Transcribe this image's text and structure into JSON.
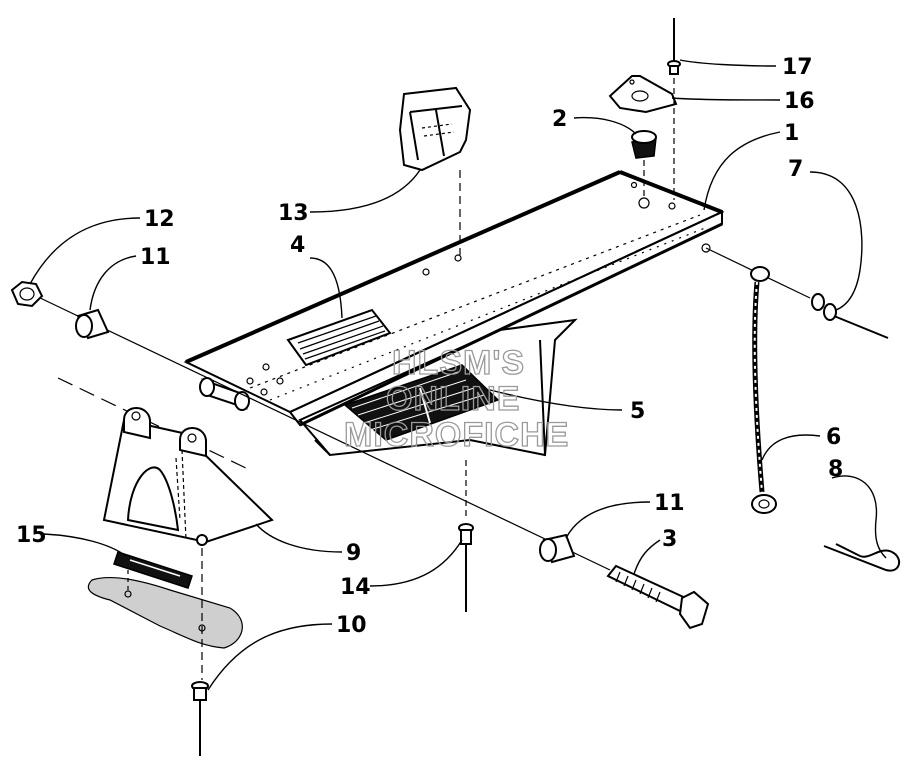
{
  "watermark": {
    "line1": "HLSM'S",
    "line2": "ONLINE",
    "line3": "MICROFICHE"
  },
  "callouts": [
    {
      "id": "c1",
      "label": "1"
    },
    {
      "id": "c2",
      "label": "2"
    },
    {
      "id": "c3",
      "label": "3"
    },
    {
      "id": "c4",
      "label": "4"
    },
    {
      "id": "c5",
      "label": "5"
    },
    {
      "id": "c6",
      "label": "6"
    },
    {
      "id": "c7",
      "label": "7"
    },
    {
      "id": "c8",
      "label": "8"
    },
    {
      "id": "c9",
      "label": "9"
    },
    {
      "id": "c10",
      "label": "10"
    },
    {
      "id": "c11a",
      "label": "11"
    },
    {
      "id": "c11b",
      "label": "11"
    },
    {
      "id": "c12",
      "label": "12"
    },
    {
      "id": "c13",
      "label": "13"
    },
    {
      "id": "c14",
      "label": "14"
    },
    {
      "id": "c15",
      "label": "15"
    },
    {
      "id": "c16",
      "label": "16"
    },
    {
      "id": "c17",
      "label": "17"
    }
  ]
}
